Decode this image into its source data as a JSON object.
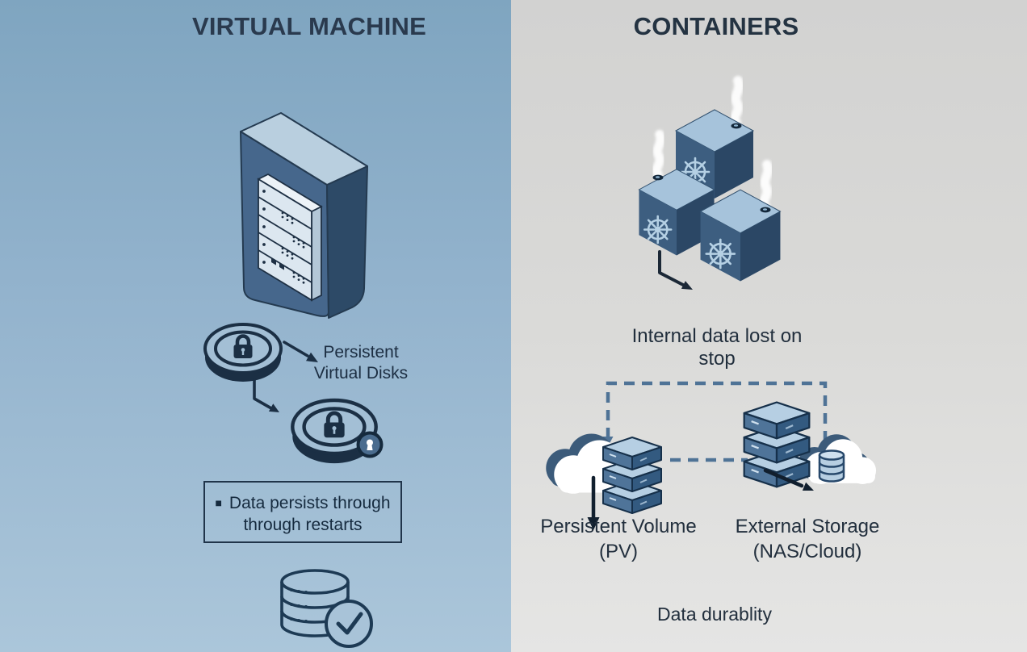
{
  "left_panel": {
    "title": "VIRTUAL MACHINE",
    "disk_caption_line1": "Persistent",
    "disk_caption_line2": "Virtual Disks",
    "note_bullet": "■",
    "note_line1": "Data persists through",
    "note_line2": "through restarts"
  },
  "right_panel": {
    "title": "CONTAINERS",
    "stop_caption": "Internal data lost on stop",
    "pv_caption_line1": "Persistent Volume",
    "pv_caption_line2": "(PV)",
    "external_caption_line1": "External Storage",
    "external_caption_line2": "(NAS/Cloud)",
    "footer_caption": "Data durablity"
  },
  "icons": [
    {
      "name": "vm-tower-icon",
      "meaning": "virtual machine server tower"
    },
    {
      "name": "lock-disk-icon",
      "meaning": "persistent virtual disk with padlock"
    },
    {
      "name": "lock-disk-keyhole-icon",
      "meaning": "locked disk with keyhole badge"
    },
    {
      "name": "database-check-icon",
      "meaning": "database persists - checkmark"
    },
    {
      "name": "kubernetes-cube-icon",
      "meaning": "container cube with helm wheel"
    },
    {
      "name": "steam-icon",
      "meaning": "internal data evaporating"
    },
    {
      "name": "cloud-icon",
      "meaning": "cloud backed storage"
    },
    {
      "name": "storage-stack-icon",
      "meaning": "persistent volume disk stack"
    },
    {
      "name": "database-cloud-icon",
      "meaning": "external NAS / cloud database"
    },
    {
      "name": "dashed-connector",
      "meaning": "data path to external storage"
    }
  ],
  "colors": {
    "left_bg_top": "#7fa5c0",
    "left_bg_bottom": "#abc6da",
    "right_bg_top": "#d2d2d1",
    "right_bg_bottom": "#e5e5e4",
    "ink": "#1b2f44",
    "cube_top": "#a6c3db",
    "cube_left": "#3d5e80",
    "cube_right": "#2b4765",
    "helm": "#b5d0e4",
    "dash": "#4f7396",
    "steel_left": "#4f7499",
    "steel_right": "#335a80",
    "white": "#ffffff"
  }
}
